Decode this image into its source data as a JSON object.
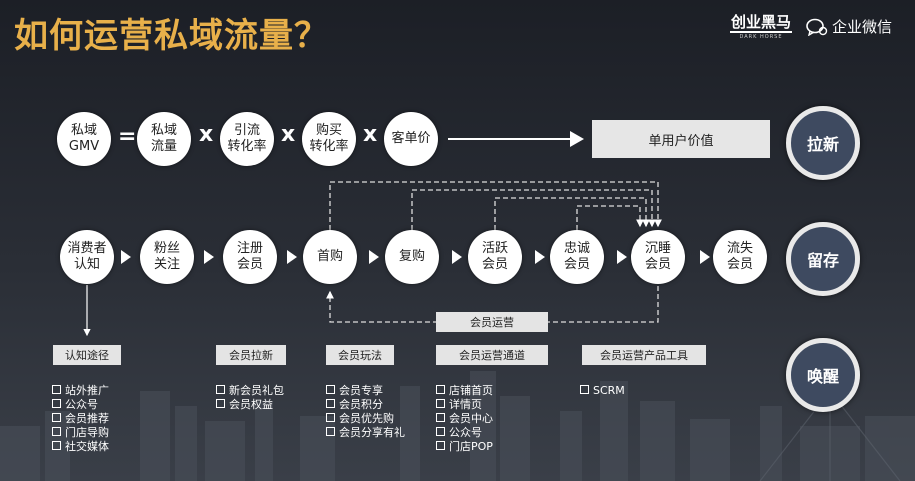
{
  "title": "如何运营私域流量？",
  "logo": {
    "brand_big": "创业黑马",
    "brand_small": "DARK HORSE",
    "wechat": "企业微信"
  },
  "formula": {
    "items": [
      "私域\nGMV",
      "私域\n流量",
      "引流\n转化率",
      "购买\n转化率",
      "客单价"
    ],
    "operators": [
      "=",
      "x",
      "x",
      "x"
    ],
    "result": "单用户价值"
  },
  "stages": [
    "拉新",
    "留存",
    "唤醒"
  ],
  "funnel": [
    "消费者\n认知",
    "粉丝\n关注",
    "注册\n会员",
    "首购",
    "复购",
    "活跃\n会员",
    "忠诚\n会员",
    "沉睡\n会员",
    "流失\n会员"
  ],
  "loop_label": "会员运营",
  "categories": [
    {
      "label": "认知途径",
      "items": [
        "站外推广",
        "公众号",
        "会员推荐",
        "门店导购",
        "社交媒体"
      ]
    },
    {
      "label": "会员拉新",
      "items": [
        "新会员礼包",
        "会员权益"
      ]
    },
    {
      "label": "会员玩法",
      "items": [
        "会员专享",
        "会员积分",
        "会员优先购",
        "会员分享有礼"
      ]
    },
    {
      "label": "会员运营通道",
      "items": [
        "店铺首页",
        "详情页",
        "会员中心",
        "公众号",
        "门店POP"
      ]
    },
    {
      "label": "会员运营产品工具",
      "items": [
        "SCRM"
      ]
    }
  ]
}
